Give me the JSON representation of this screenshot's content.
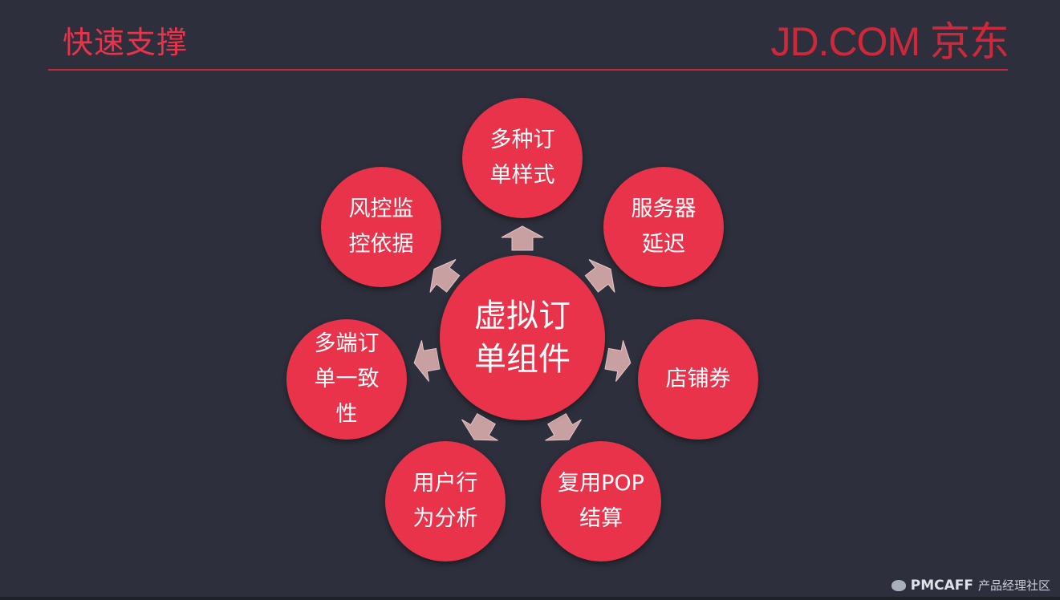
{
  "header": {
    "title": "快速支撑",
    "logo_text": "JD.COM 京东"
  },
  "diagram": {
    "center": "虚拟订\n单组件",
    "nodes": [
      {
        "label": "多种订\n单样式"
      },
      {
        "label": "服务器\n延迟"
      },
      {
        "label": "店铺券"
      },
      {
        "label": "复用POP\n结算"
      },
      {
        "label": "用户行\n为分析"
      },
      {
        "label": "多端订\n单一致\n性"
      },
      {
        "label": "风控监\n控依据"
      }
    ]
  },
  "watermark": {
    "brand": "PMCAFF",
    "text": "产品经理社区"
  },
  "colors": {
    "background": "#2d303c",
    "accent": "#e8334a",
    "arrow": "#c9a0a2"
  }
}
